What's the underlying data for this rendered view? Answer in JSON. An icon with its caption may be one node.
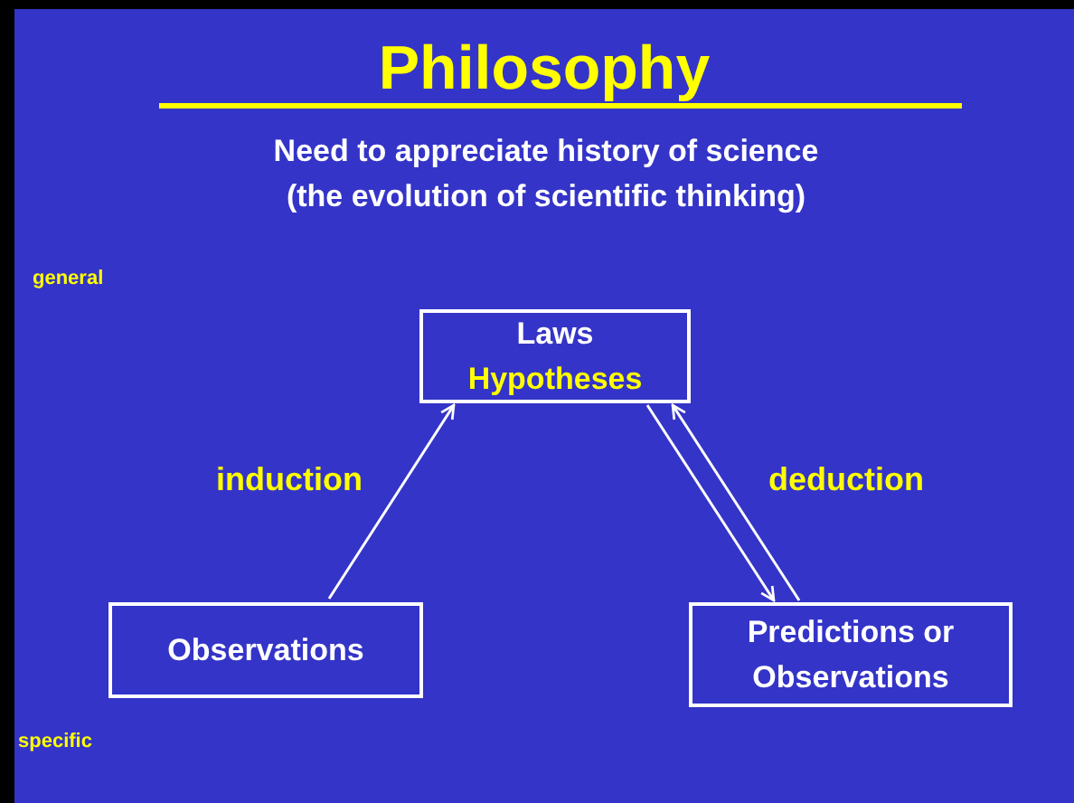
{
  "diagram": {
    "title": "Philosophy",
    "nodes": [
      {
        "text": [
          "Laws",
          "Hypotheses"
        ]
      },
      {
        "text": [
          "Observations"
        ]
      },
      {
        "text": [
          "Predictions or Observations"
        ]
      }
    ],
    "edges": [
      {
        "from": 1,
        "to": 0,
        "arrow": "to"
      },
      {
        "from": 0,
        "to": 2,
        "arrow": "to"
      },
      {
        "from": 2,
        "to": 0,
        "arrow": "to"
      }
    ],
    "labels": [
      "Need to appreciate history of science (the evolution of scientific thinking)",
      "general",
      "induction",
      "deduction",
      "specific"
    ]
  }
}
